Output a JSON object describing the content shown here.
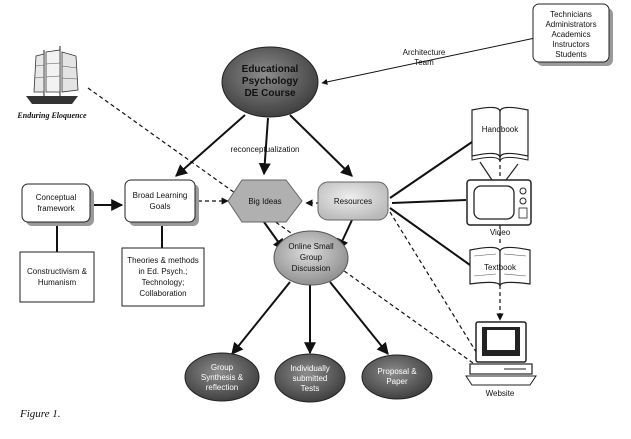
{
  "nodes": {
    "course": {
      "lines": [
        "Educational",
        "Psychology",
        "DE Course"
      ]
    },
    "audience": {
      "lines": [
        "Technicians",
        "Administrators",
        "Academics",
        "Instructors",
        "Students"
      ]
    },
    "architecture": {
      "lines": [
        "Architecture",
        "Team"
      ]
    },
    "logo_text": "Enduring Eloquence",
    "reconceptualization": "reconceptualization",
    "conceptual": {
      "lines": [
        "Conceptual",
        "framework"
      ]
    },
    "constructivism": {
      "lines": [
        "Constructivism &",
        "Humanism"
      ]
    },
    "broad_goals": {
      "lines": [
        "Broad Learning",
        "Goals"
      ]
    },
    "theories": {
      "lines": [
        "Theories & methods",
        "in Ed. Psych.;",
        "Technology;",
        "Collaboration"
      ]
    },
    "big_ideas": "Big Ideas",
    "resources": "Resources",
    "discussion": {
      "lines": [
        "Online Small",
        "Group",
        "Discussion"
      ]
    },
    "group_synth": {
      "lines": [
        "Group",
        "Synthesis &",
        "reflection"
      ]
    },
    "tests": {
      "lines": [
        "Individually",
        "submitted",
        "Tests"
      ]
    },
    "proposal": {
      "lines": [
        "Proposal &",
        "Paper"
      ]
    },
    "handbook": "Handbook",
    "video": "Video",
    "textbook": "Textbook",
    "website": "Website"
  },
  "caption": "Figure 1.",
  "colors": {
    "dark_node": "#555555",
    "mid_node": "#8a8a8a",
    "light_node": "#c8c8c8",
    "hex_node": "#b0b0b0"
  }
}
